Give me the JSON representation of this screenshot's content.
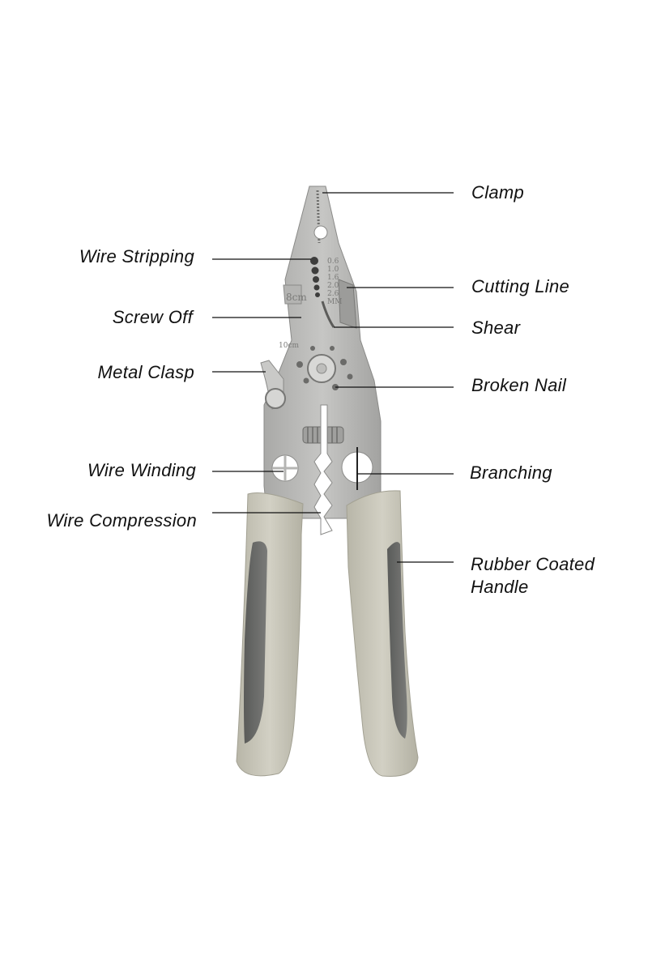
{
  "diagram": {
    "colors": {
      "steel": "#b9b9b7",
      "steel_dark": "#8d8d8b",
      "handle_beige": "#c8c6b8",
      "handle_grip": "#6d6e6c",
      "leader_line": "#111111",
      "label_text": "#111111"
    },
    "jaw_markings": {
      "gauge_values": [
        "0.6",
        "1.0",
        "1.6",
        "2.0",
        "2.6"
      ],
      "gauge_unit": "MM",
      "scale_8": "8cm",
      "scale_10": "10cm"
    },
    "labels": {
      "clamp": "Clamp",
      "wire_stripping": "Wire Stripping",
      "cutting_line": "Cutting Line",
      "screw_off": "Screw Off",
      "shear": "Shear",
      "metal_clasp": "Metal Clasp",
      "broken_nail": "Broken Nail",
      "wire_winding": "Wire Winding",
      "branching": "Branching",
      "wire_compression": "Wire Compression",
      "rubber_coated_handle_line1": "Rubber Coated",
      "rubber_coated_handle_line2": "Handle"
    }
  }
}
